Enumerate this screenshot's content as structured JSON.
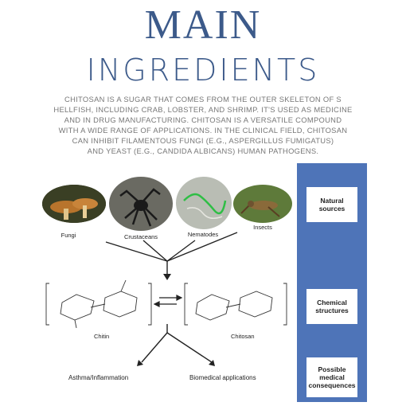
{
  "title": {
    "main": "MAIN",
    "sub": "INGREDIENTS"
  },
  "intro_lines": [
    "CHITOSAN IS A SUGAR THAT COMES FROM THE OUTER SKELETON OF S",
    "HELLFISH, INCLUDING CRAB, LOBSTER, AND SHRIMP. IT'S USED AS MEDICINE",
    "AND IN DRUG MANUFACTURING. CHITOSAN IS A VERSATILE COMPOUND",
    "WITH A WIDE RANGE OF APPLICATIONS. IN THE CLINICAL FIELD, CHITOSAN",
    "CAN INHIBIT FILAMENTOUS FUNGI (E.G., ASPERGILLUS FUMIGATUS)",
    "AND YEAST (E.G., CANDIDA ALBICANS) HUMAN PATHOGENS."
  ],
  "sources": [
    {
      "label": "Fungi",
      "icon": "mushroom-photo"
    },
    {
      "label": "Crustaceans",
      "icon": "crab-photo"
    },
    {
      "label": "Nematodes",
      "icon": "nematode-photo"
    },
    {
      "label": "Insects",
      "icon": "grasshopper-photo"
    }
  ],
  "molecules": {
    "left": "Chitin",
    "right": "Chitosan"
  },
  "outcomes": {
    "left": "Asthma/Inflammation",
    "right": "Biomedical applications"
  },
  "sidebar": {
    "natural_line1": "Natural",
    "natural_line2": "sources",
    "chemical_line1": "Chemical",
    "chemical_line2": "structures",
    "medical_line1": "Possible",
    "medical_line2": "medical",
    "medical_line3": "consequences"
  },
  "colors": {
    "accent": "#3c5a8a",
    "sidebar": "#4e74b8",
    "body_text": "#777777"
  }
}
